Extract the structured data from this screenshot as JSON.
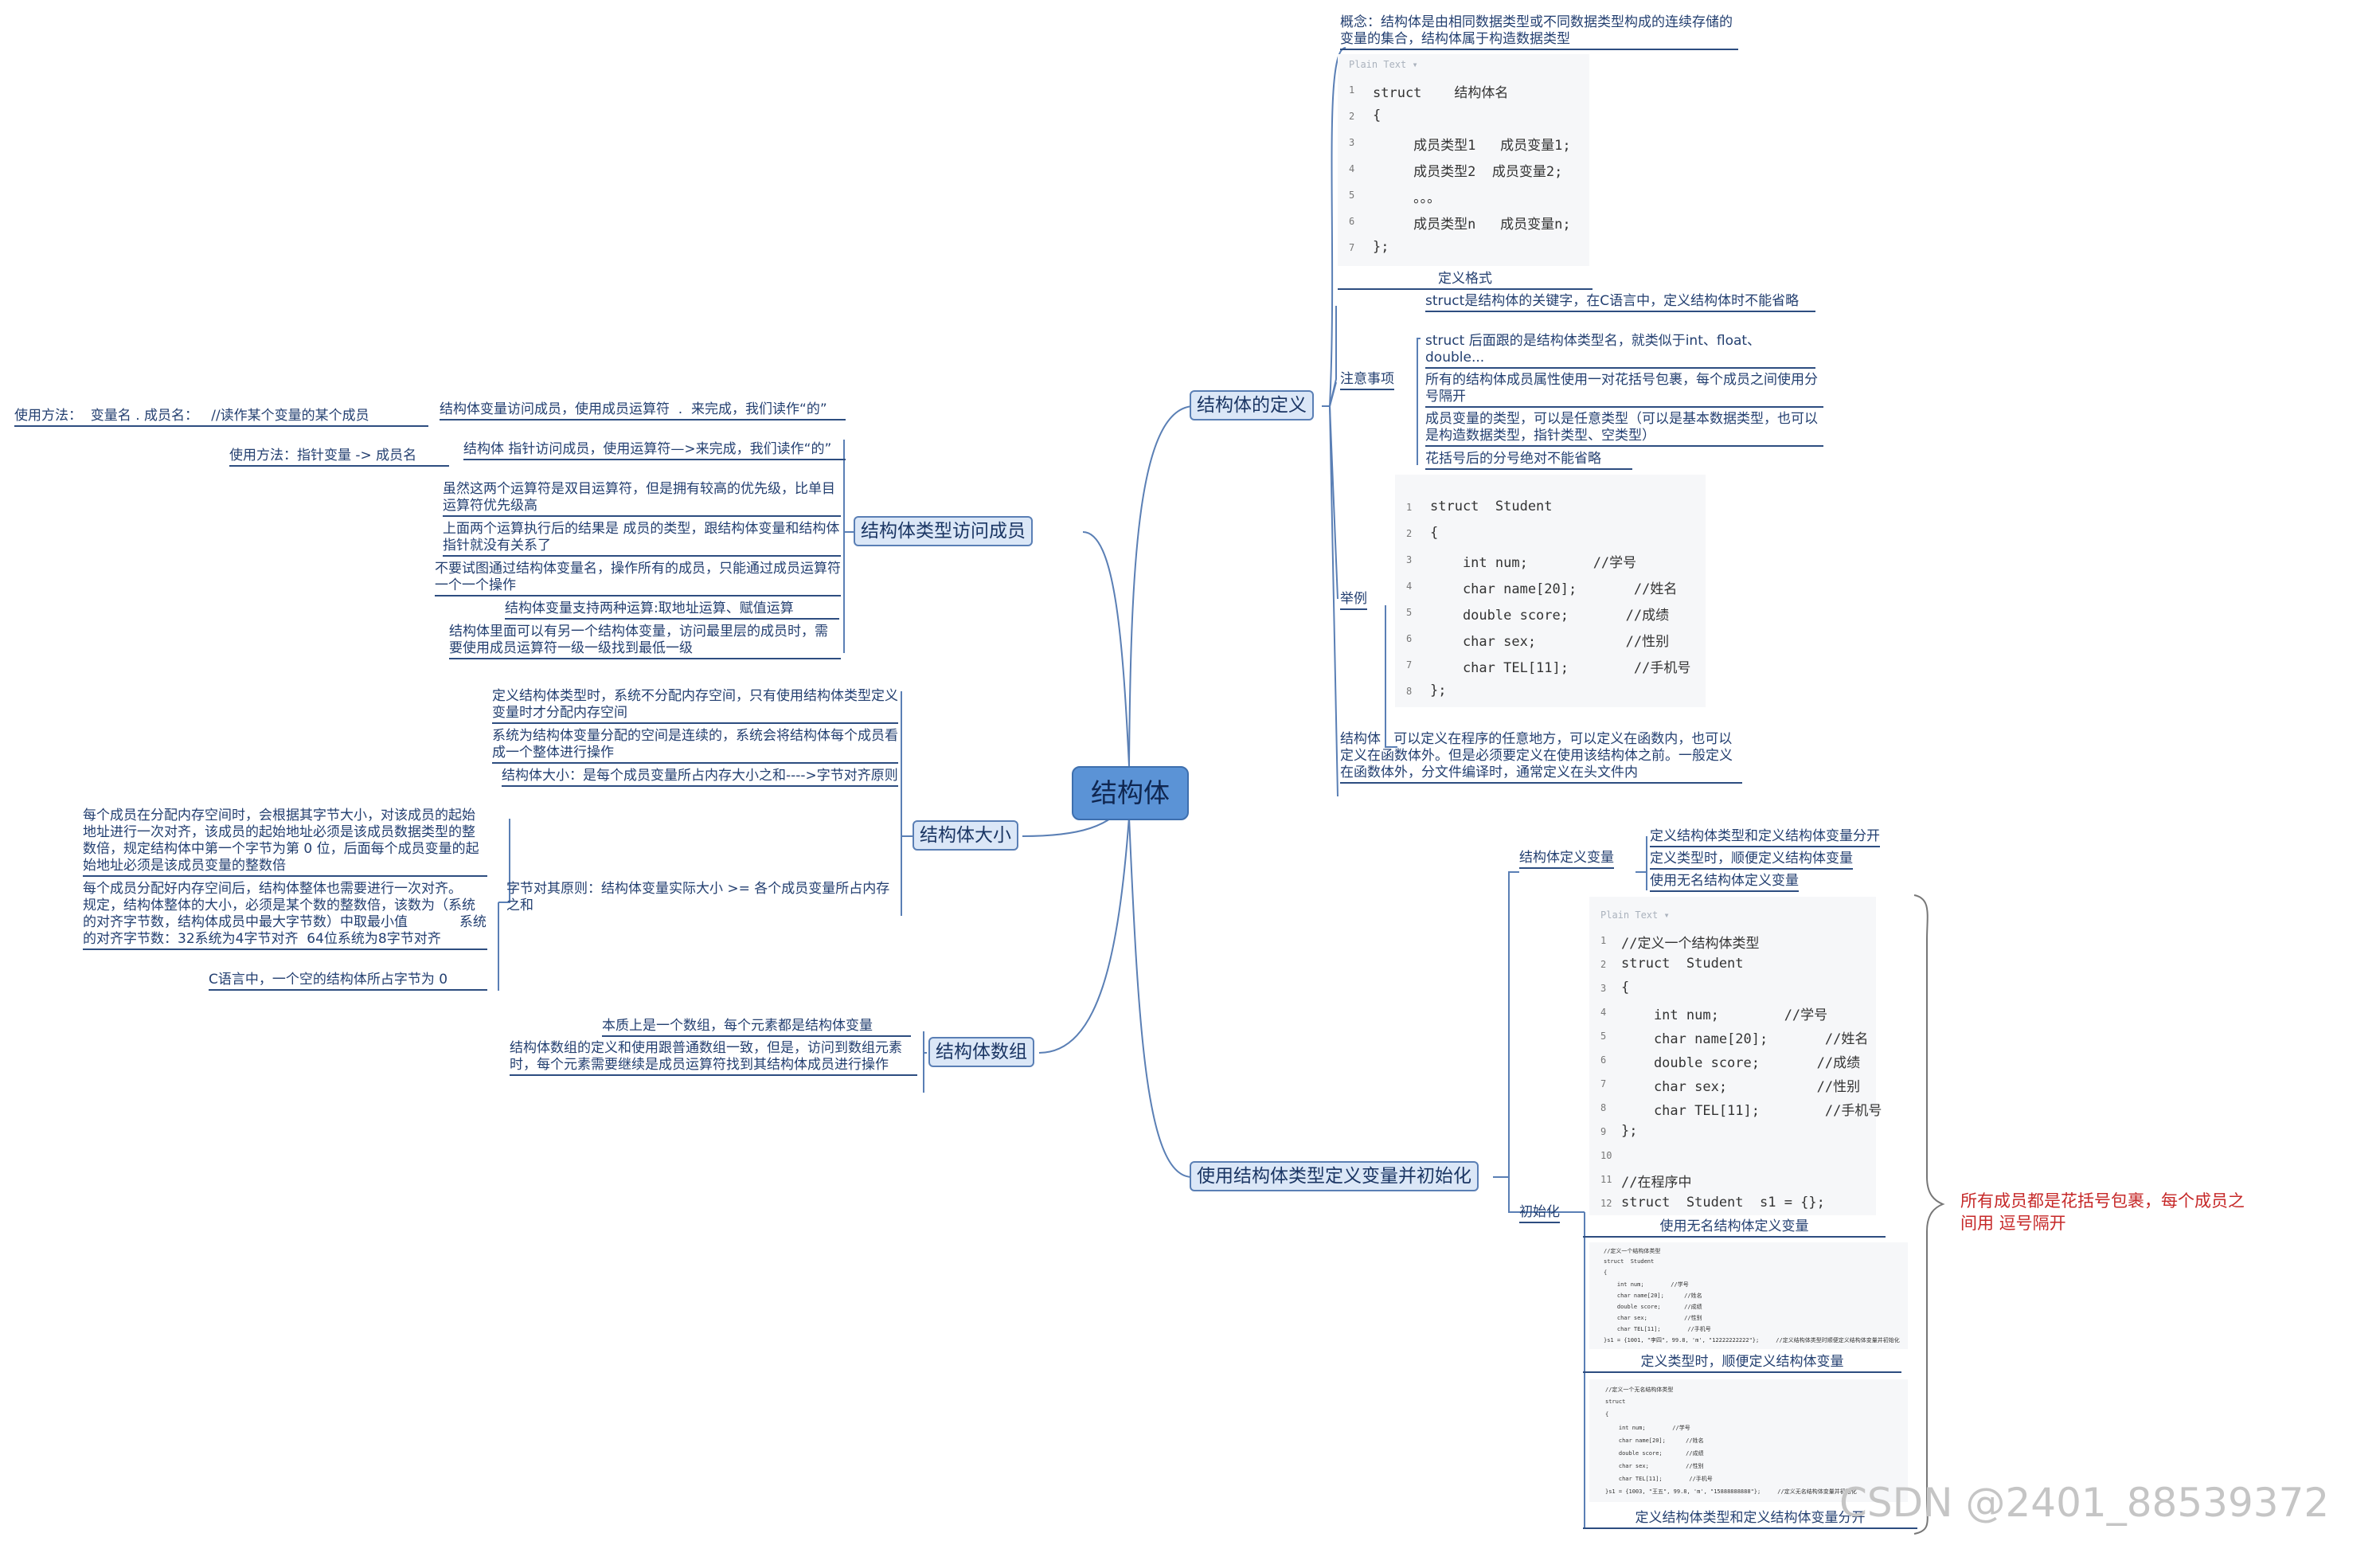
{
  "root": {
    "label": "结构体"
  },
  "branches": {
    "definition": "结构体的定义",
    "access": "结构体类型访问成员",
    "size": "结构体大小",
    "array": "结构体数组",
    "usage": "使用结构体类型定义变量并初始化"
  },
  "definition": {
    "concept": "概念：结构体是由相同数据类型或不同数据类型构成的连续存储的变量的集合，结构体属于构造数据类型",
    "format_code": {
      "placeholder": "Plain Text ▾",
      "lines": [
        "struct    结构体名",
        "{",
        "     成员类型1   成员变量1;",
        "     成员类型2  成员变量2;",
        "     。。。",
        "     成员类型n   成员变量n;",
        "};"
      ]
    },
    "format_label": "定义格式",
    "notes_label": "注意事项",
    "notes": [
      "struct是结构体的关键字，在C语言中，定义结构体时不能省略",
      "struct 后面跟的是结构体类型名，就类似于int、float、double...",
      "所有的结构体成员属性使用一对花括号包裹，每个成员之间使用分号隔开",
      "成员变量的类型，可以是任意类型（可以是基本数据类型，也可以是构造数据类型，指针类型、空类型）",
      "花括号后的分号绝对不能省略"
    ],
    "example_label": "举例",
    "example_code": {
      "lines": [
        "struct  Student",
        "{",
        "    int num;        //学号",
        "    char name[20];       //姓名",
        "    double score;       //成绩",
        "    char sex;           //性别",
        "    char TEL[11];        //手机号",
        "};"
      ]
    },
    "scope": "结构体   可以定义在程序的任意地方，可以定义在函数内，也可以定义在函数体外。但是必须要定义在使用该结构体之前。一般定义在函数体外，分文件编译时，通常定义在头文件内"
  },
  "access": {
    "dot_method": "使用方法：  变量名 . 成员名：   //读作某个变量的某个成员",
    "dot_desc": "结构体变量访问成员，使用成员运算符  .  来完成，我们读作“的”",
    "arrow_method": "使用方法：指针变量 -> 成员名",
    "arrow_desc": "结构体 指针访问成员，使用运算符—>来完成，我们读作“的”",
    "items": [
      "虽然这两个运算符是双目运算符，但是拥有较高的优先级，比单目运算符优先级高",
      "上面两个运算执行后的结果是 成员的类型，跟结构体变量和结构体指针就没有关系了",
      "不要试图通过结构体变量名，操作所有的成员，只能通过成员运算符一个一个操作",
      "结构体变量支持两种运算:取地址运算、赋值运算",
      "结构体里面可以有另一个结构体变量，访问最里层的成员时，需要使用成员运算符一级一级找到最低一级"
    ]
  },
  "size": {
    "items": [
      "定义结构体类型时，系统不分配内存空间，只有使用结构体类型定义变量时才分配内存空间",
      "系统为结构体变量分配的空间是连续的，系统会将结构体每个成员看成一个整体进行操作",
      "结构体大小：是每个成员变量所占内存大小之和---->字节对齐原则"
    ],
    "align_label": "字节对其原则：结构体变量实际大小 >= 各个成员变量所占内存之和",
    "align_details": [
      "每个成员在分配内存空间时，会根据其字节大小，对该成员的起始地址进行一次对齐，该成员的起始地址必须是该成员数据类型的整数倍，规定结构体中第一个字节为第 0 位，后面每个成员变量的起始地址必须是该成员变量的整数倍",
      "每个成员分配好内存空间后，结构体整体也需要进行一次对齐。           规定，结构体整体的大小，必须是某个数的整数倍，该数为（系统的对齐字节数，结构体成员中最大字节数）中取最小值            系统的对齐字节数：32系统为4字节对齐  64位系统为8字节对齐",
      "C语言中，一个空的结构体所占字节为 0"
    ]
  },
  "array": {
    "items": [
      "本质上是一个数组，每个元素都是结构体变量",
      "结构体数组的定义和使用跟普通数组一致，但是，访问到数组元素时，每个元素需要继续是成员运算符找到其结构体成员进行操作"
    ]
  },
  "usage": {
    "define_label": "结构体定义变量",
    "define_items": [
      "定义结构体类型和定义结构体变量分开",
      "定义类型时，顺便定义结构体变量",
      "使用无名结构体定义变量"
    ],
    "init_label": "初始化",
    "init_code": {
      "placeholder": "Plain Text ▾",
      "lines": [
        "//定义一个结构体类型",
        "struct  Student",
        "{",
        "    int num;        //学号",
        "    char name[20];       //姓名",
        "    double score;       //成绩",
        "    char sex;           //性别",
        "    char TEL[11];        //手机号",
        "};",
        "",
        "//在程序中",
        "struct  Student  s1 = {};"
      ]
    },
    "init_sub": [
      "使用无名结构体定义变量",
      "定义类型时，顺便定义结构体变量",
      "定义结构体类型和定义结构体变量分开"
    ],
    "thumb1": {
      "lines": [
        "//定义一个结构体类型",
        "struct  Student",
        "{",
        "    int num;        //学号",
        "    char name[20];      //姓名",
        "    double score;       //成绩",
        "    char sex;           //性别",
        "    char TEL[11];        //手机号",
        "}s1 = {1001, \"李四\", 99.8, 'm', \"12222222222\"};     //定义结构体类型时顺便定义结构体变量并初始化"
      ]
    },
    "thumb2": {
      "lines": [
        "//定义一个无名结构体类型",
        "struct",
        "{",
        "    int num;        //学号",
        "    char name[20];      //姓名",
        "    double score;       //成绩",
        "    char sex;           //性别",
        "    char TEL[11];        //手机号",
        "}s1 = {1003, \"王五\", 99.8, 'm', \"15888888888\"};     //定义无名结构体变量并初始化"
      ]
    },
    "brace_note": "所有成员都是花括号包裹，每个成员之间用 逗号隔开"
  },
  "watermark": "CSDN @2401_88539372",
  "colors": {
    "root": "#5b93d6",
    "topic_bg": "#dbe7f7",
    "line": "#5a7fb5",
    "note": "#c62828"
  }
}
